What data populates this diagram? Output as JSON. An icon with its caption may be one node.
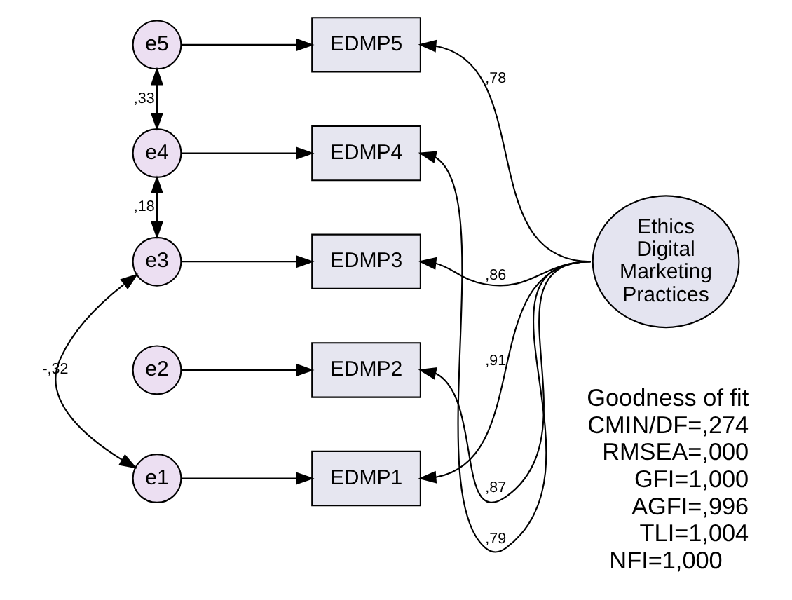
{
  "diagram": {
    "nodes": [
      {
        "text": [
          "e5"
        ]
      },
      {
        "text": [
          "e4"
        ]
      },
      {
        "text": [
          "e3"
        ]
      },
      {
        "text": [
          "e2"
        ]
      },
      {
        "text": [
          "e1"
        ]
      },
      {
        "text": [
          "EDMP5"
        ]
      },
      {
        "text": [
          "EDMP4"
        ]
      },
      {
        "text": [
          "EDMP3"
        ]
      },
      {
        "text": [
          "EDMP2"
        ]
      },
      {
        "text": [
          "EDMP1"
        ]
      },
      {
        "text": [
          "Ethics Digital Marketing Practices"
        ]
      }
    ],
    "edges": [
      {
        "from": 0,
        "to": 5,
        "arrow": "to"
      },
      {
        "from": 1,
        "to": 6,
        "arrow": "to"
      },
      {
        "from": 2,
        "to": 7,
        "arrow": "to"
      },
      {
        "from": 3,
        "to": 8,
        "arrow": "to"
      },
      {
        "from": 4,
        "to": 9,
        "arrow": "to"
      },
      {
        "from": 10,
        "to": 5,
        "arrow": "to",
        "label": ",78"
      },
      {
        "from": 10,
        "to": 6,
        "arrow": "to",
        "label": ",79"
      },
      {
        "from": 10,
        "to": 7,
        "arrow": "to",
        "label": ",86"
      },
      {
        "from": 10,
        "to": 8,
        "arrow": "to",
        "label": ",87"
      },
      {
        "from": 10,
        "to": 9,
        "arrow": "to",
        "label": ",91"
      },
      {
        "from": 0,
        "to": 1,
        "arrow": "both",
        "label": ",33"
      },
      {
        "from": 1,
        "to": 2,
        "arrow": "both",
        "label": ",18"
      },
      {
        "from": 2,
        "to": 4,
        "arrow": "both",
        "label": "-,32"
      }
    ],
    "labels": [
      "Goodness of fit",
      "CMIN/DF=,274",
      "RMSEA=,000",
      "GFI=1,000",
      "AGFI=,996",
      "TLI=1,004",
      "NFI=1,000"
    ]
  }
}
